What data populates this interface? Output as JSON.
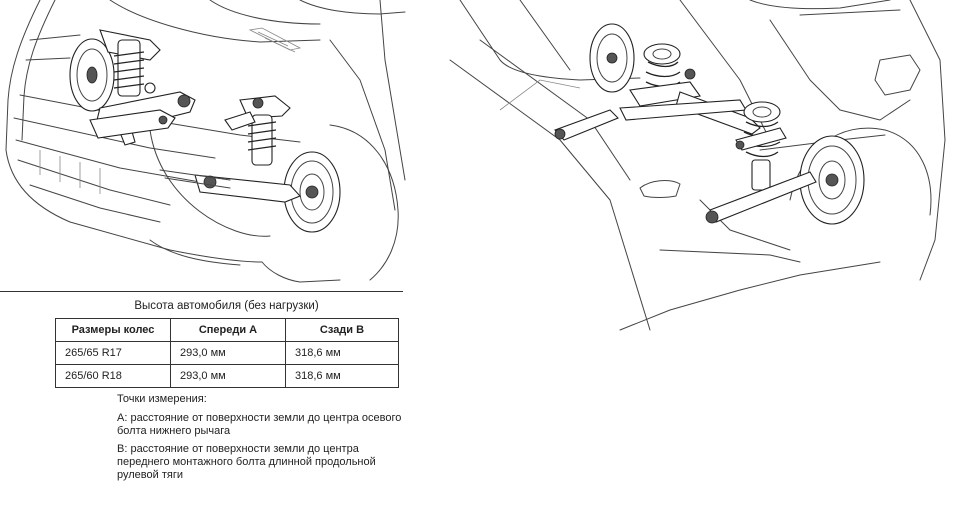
{
  "caption": "Высота автомобиля (без нагрузки)",
  "table": {
    "headers": [
      "Размеры колес",
      "Спереди A",
      "Сзади B"
    ],
    "rows": [
      [
        "265/65 R17",
        "293,0 мм",
        "318,6 мм"
      ],
      [
        "265/60 R18",
        "293,0 мм",
        "318,6 мм"
      ]
    ]
  },
  "notes": {
    "title": "Точки измерения:",
    "point_a": "A: расстояние от поверхности земли до центра осевого болта нижнего рычага",
    "point_b": "B: расстояние от поверхности земли до центра переднего монтажного болта длинной продольной рулевой тяги"
  },
  "illustrations": {
    "front": "front-suspension-line-drawing",
    "rear": "rear-suspension-line-drawing"
  }
}
